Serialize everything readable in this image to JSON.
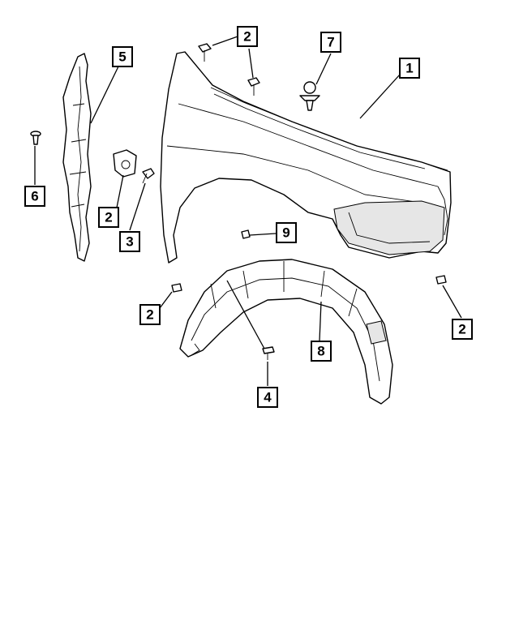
{
  "callouts": [
    {
      "id": "callout-1",
      "label": "1"
    },
    {
      "id": "callout-2-top",
      "label": "2"
    },
    {
      "id": "callout-2-mid",
      "label": "2"
    },
    {
      "id": "callout-2-bottom-left",
      "label": "2"
    },
    {
      "id": "callout-2-right",
      "label": "2"
    },
    {
      "id": "callout-3",
      "label": "3"
    },
    {
      "id": "callout-4",
      "label": "4"
    },
    {
      "id": "callout-5",
      "label": "5"
    },
    {
      "id": "callout-6",
      "label": "6"
    },
    {
      "id": "callout-7",
      "label": "7"
    },
    {
      "id": "callout-8",
      "label": "8"
    },
    {
      "id": "callout-9",
      "label": "9"
    }
  ]
}
